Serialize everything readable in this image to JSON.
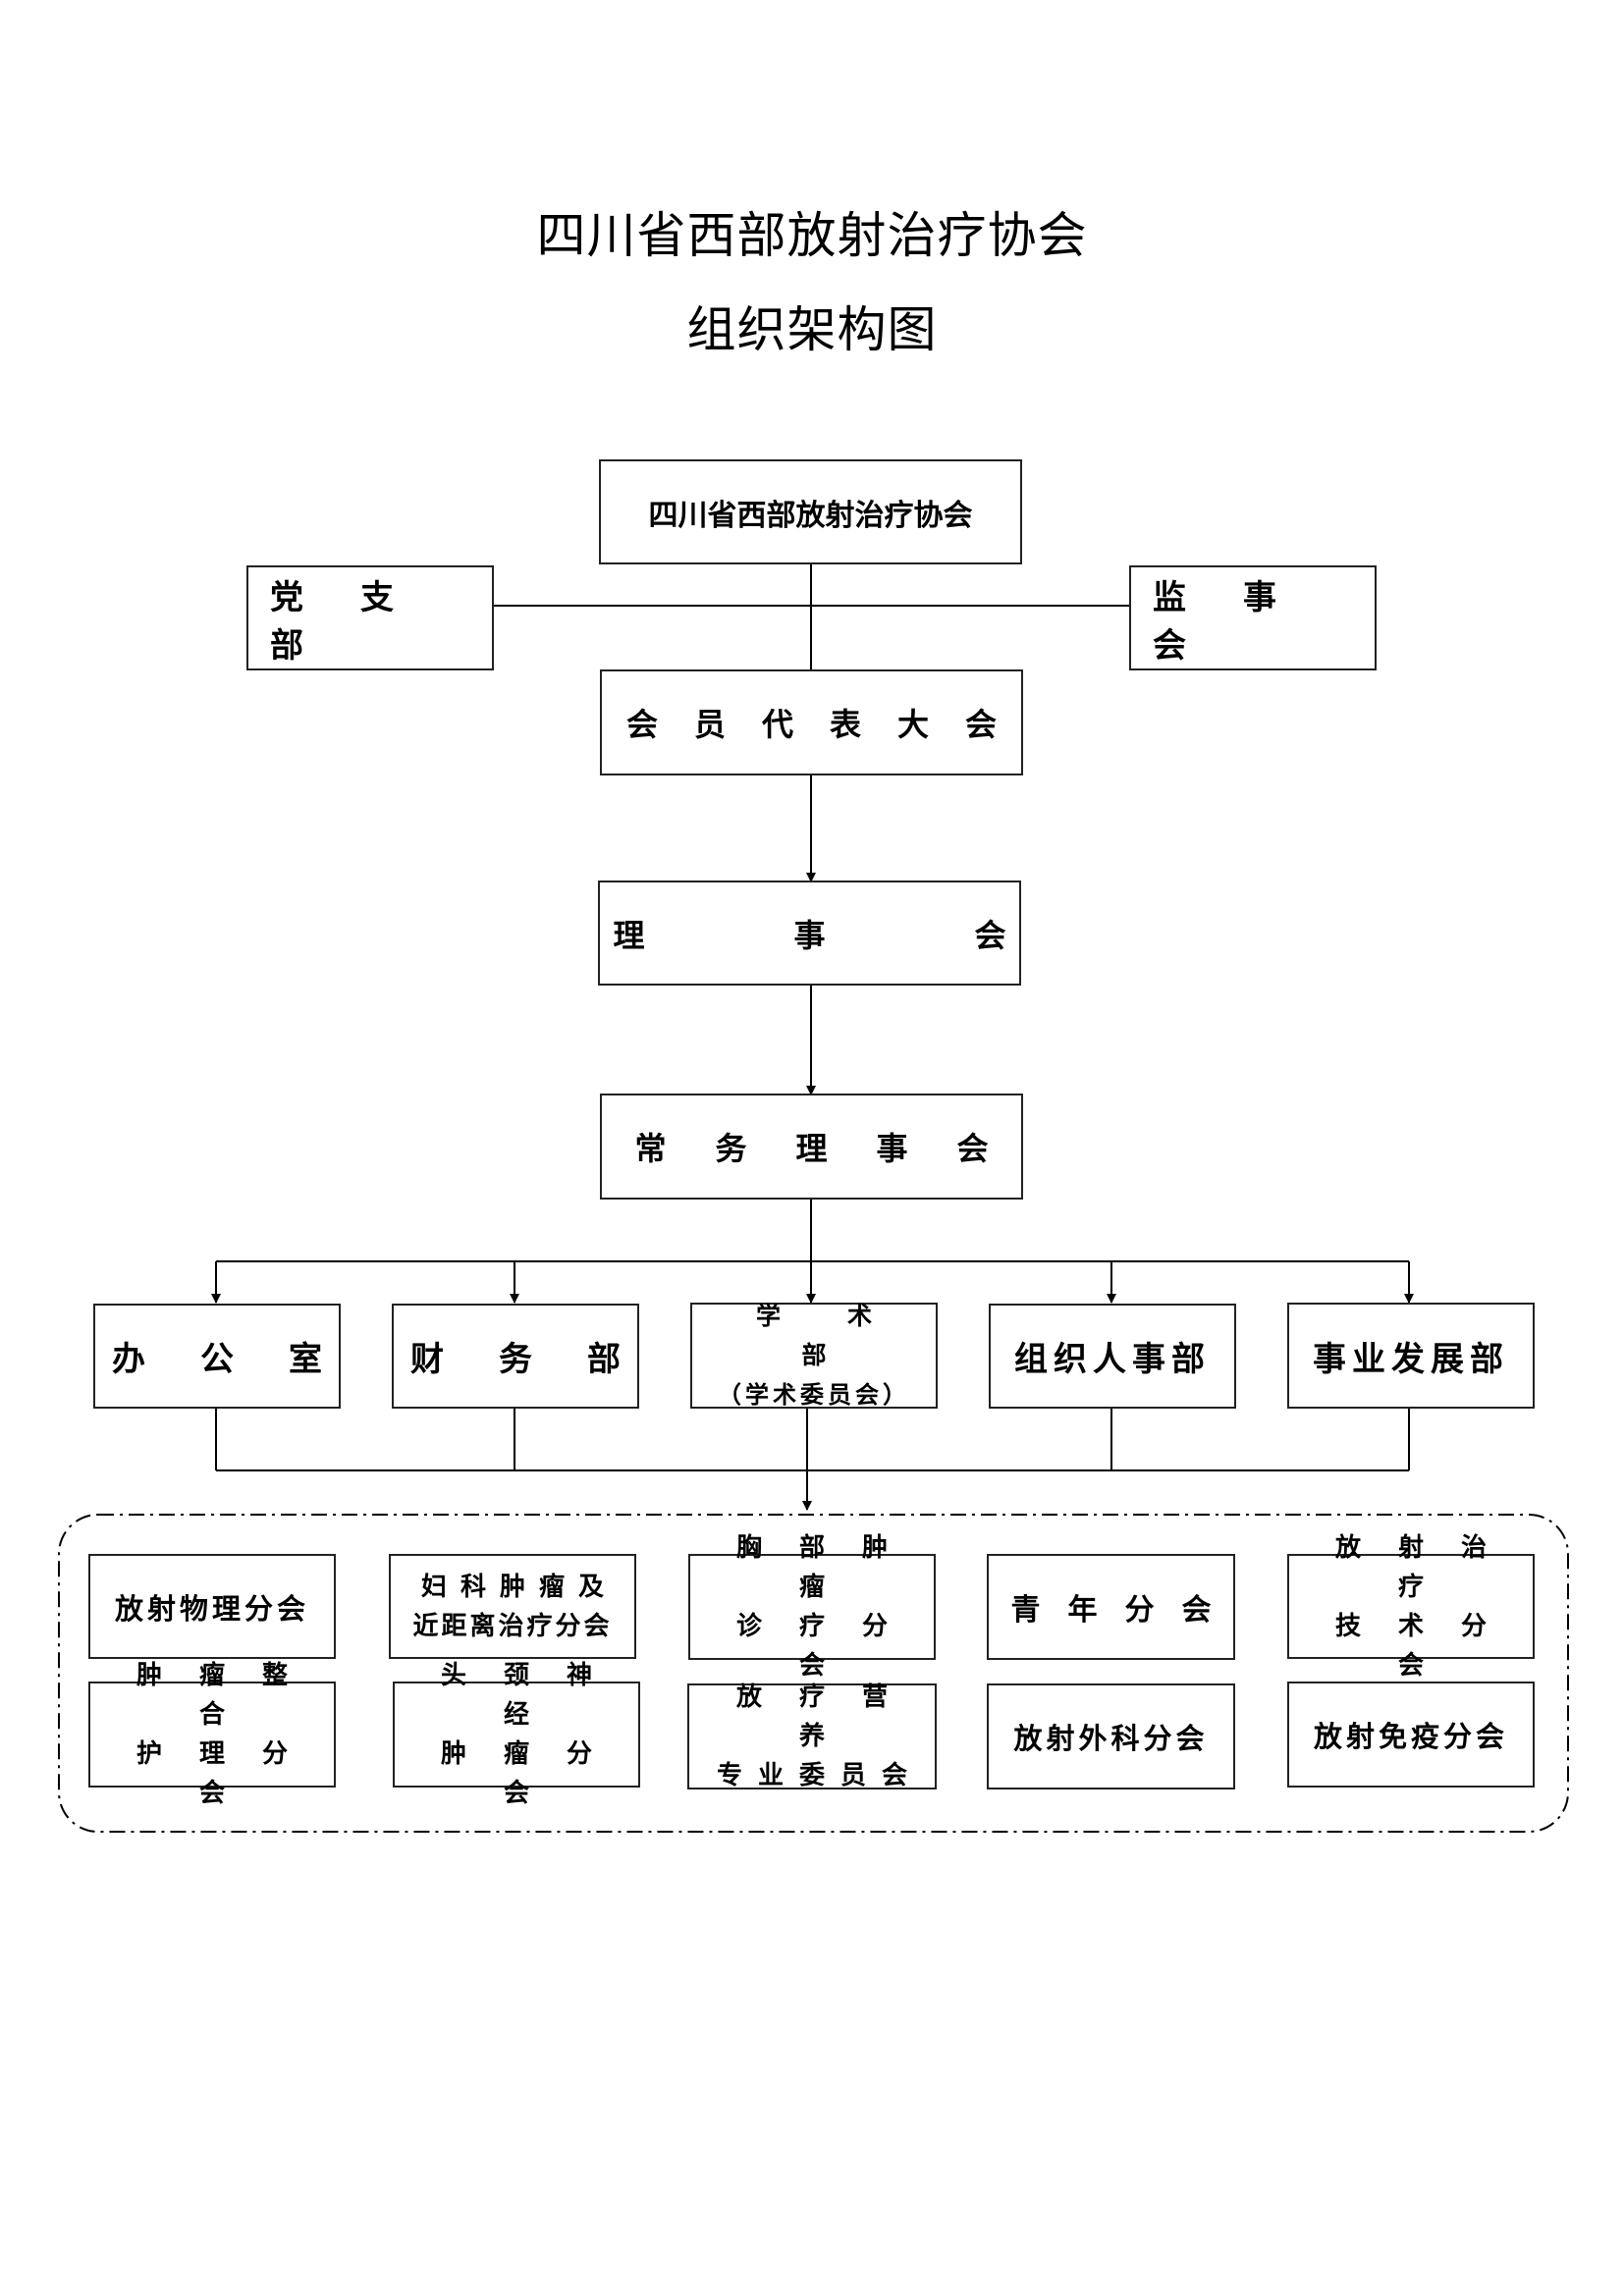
{
  "title": {
    "line1": "四川省西部放射治疗协会",
    "line2": "组织架构图"
  },
  "top": {
    "association": "四川省西部放射治疗协会",
    "party_branch": "党支部",
    "supervisory": "监事会",
    "members_congress": "会员代表大会",
    "council": "理事会",
    "standing_council": "常务理事会"
  },
  "departments": {
    "office": "办公室",
    "finance": "财务部",
    "academic": "学术部",
    "academic_sub": "（学术委员会）",
    "personnel": "组织人事部",
    "development": "事业发展部"
  },
  "branches": {
    "physics": "放射物理分会",
    "gyn_line1": "妇科肿瘤及",
    "gyn_line2": "近距离治疗分会",
    "thoracic_line1": "胸部肿瘤",
    "thoracic_line2": "诊疗分会",
    "youth": "青年分会",
    "tech_line1": "放射治疗",
    "tech_line2": "技术分会",
    "nursing_line1": "肿瘤整合",
    "nursing_line2": "护理分会",
    "headneck_line1": "头颈神经",
    "headneck_line2": "肿瘤分会",
    "nutrition_line1": "放疗营养",
    "nutrition_line2": "专业委员会",
    "surgery": "放射外科分会",
    "immunity": "放射免疫分会"
  }
}
